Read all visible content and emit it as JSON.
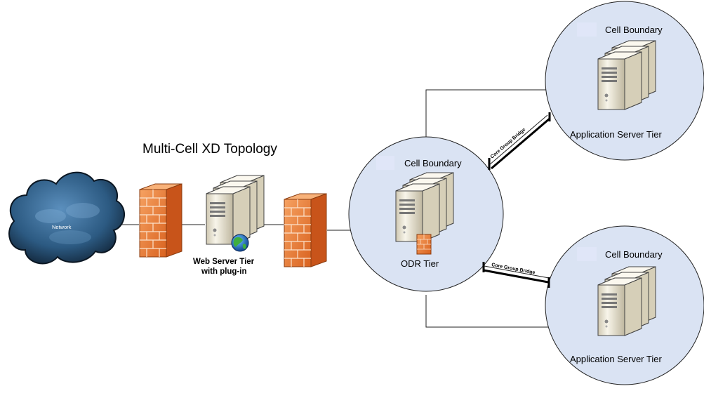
{
  "title": "Multi-Cell XD Topology",
  "network": {
    "label": "Network",
    "icon": "cloud-icon"
  },
  "web_tier": {
    "line1": "Web Server Tier",
    "line2": "with plug-in",
    "icon": "server-globe-icon"
  },
  "firewalls": {
    "icon": "firewall-icon"
  },
  "odr_cell": {
    "boundary": "Cell Boundary",
    "tier": "ODR Tier",
    "icon": "server-firewall-icon"
  },
  "app_cell_top": {
    "boundary": "Cell Boundary",
    "tier": "Application Server Tier",
    "icon": "server-stack-icon"
  },
  "app_cell_bottom": {
    "boundary": "Cell Boundary",
    "tier": "Application Server Tier",
    "icon": "server-stack-icon"
  },
  "bridges": {
    "top": "Core Group Bridge",
    "bottom": "Core Group Bridge"
  },
  "colors": {
    "cell_fill": "#dae3f3",
    "cell_stroke": "#222222",
    "cloud": "#2c5a82",
    "firewall": "#e8782e",
    "server": "#eeeadb",
    "badge": "#e0e6f8"
  }
}
